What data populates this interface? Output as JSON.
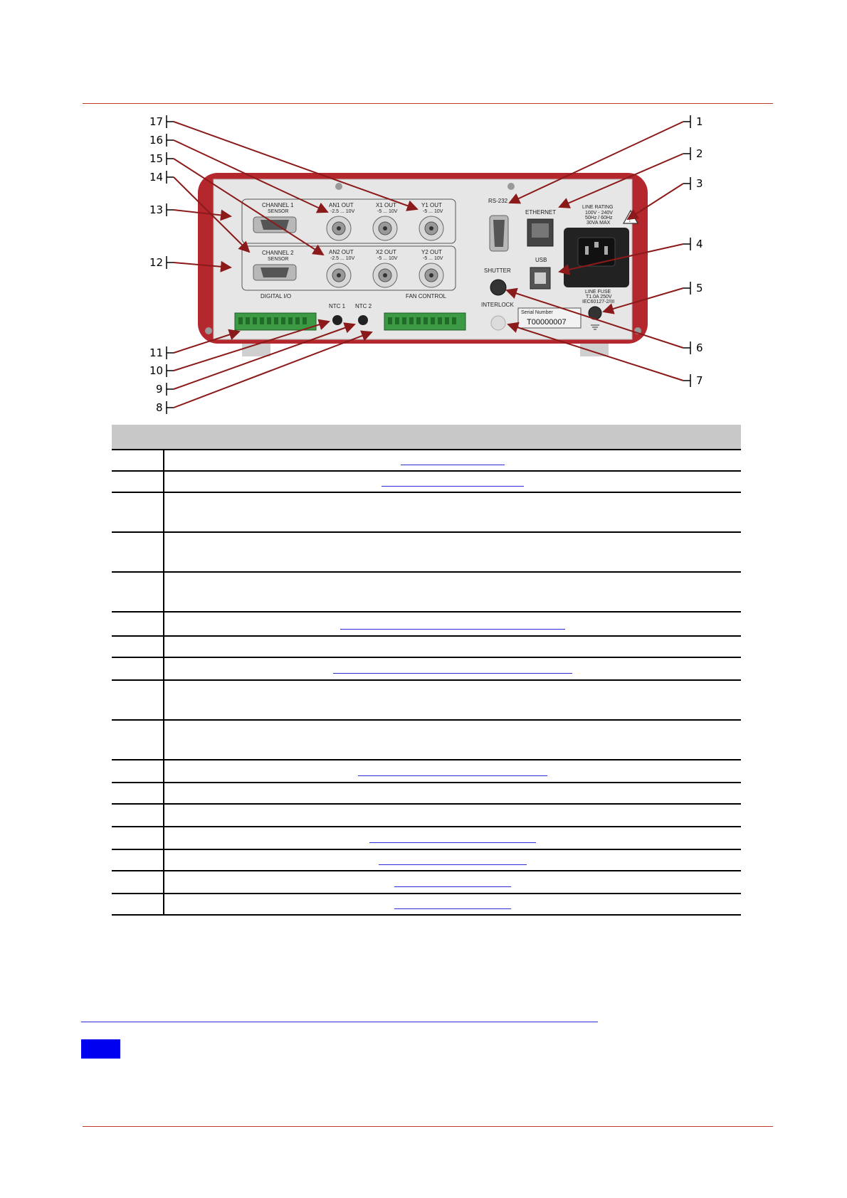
{
  "figure": {
    "callouts_left": [
      "17",
      "16",
      "15",
      "14",
      "13",
      "12",
      "11",
      "10",
      "9",
      "8"
    ],
    "callouts_right": [
      "1",
      "2",
      "3",
      "4",
      "5",
      "6",
      "7"
    ],
    "panel": {
      "channel1": "CHANNEL 1",
      "channel1_sub": "SENSOR",
      "channel2": "CHANNEL 2",
      "channel2_sub": "SENSOR",
      "an1_out": "AN1 OUT",
      "an1_range": "-2.5 ... 10V",
      "x1_out": "X1 OUT",
      "x1_range": "-5 ... 10V",
      "y1_out": "Y1 OUT",
      "y1_range": "-5 ... 10V",
      "an2_out": "AN2 OUT",
      "an2_range": "-2.5 ... 10V",
      "x2_out": "X2 OUT",
      "x2_range": "-5 ... 10V",
      "y2_out": "Y2 OUT",
      "y2_range": "-5 ... 10V",
      "rs232": "RS-232",
      "ethernet": "ETHERNET",
      "usb": "USB",
      "shutter": "SHUTTER",
      "interlock": "INTERLOCK",
      "line_rating": "LINE RATING",
      "line_rating_1": "100V - 240V",
      "line_rating_2": "50Hz / 60Hz",
      "line_rating_3": "30VA MAX",
      "line_fuse": "LINE FUSE",
      "line_fuse_1": "T1.0A 250V",
      "line_fuse_2": "IEC60127-2/III",
      "digital_io": "DIGITAL I/O",
      "ntc1": "NTC 1",
      "ntc2": "NTC 2",
      "fan_control": "FAN CONTROL",
      "serial_label": "Serial Number",
      "serial_value": "T00000007"
    }
  },
  "table": {
    "rows": [
      {
        "h": 30,
        "link_w": 146
      },
      {
        "h": 30,
        "link_w": 200
      },
      {
        "h": 56,
        "link_w": 0
      },
      {
        "h": 56,
        "link_w": 0
      },
      {
        "h": 56,
        "link_w": 0
      },
      {
        "h": 34,
        "link_w": 316
      },
      {
        "h": 30,
        "link_w": 0
      },
      {
        "h": 32,
        "link_w": 336
      },
      {
        "h": 56,
        "link_w": 0
      },
      {
        "h": 56,
        "link_w": 0
      },
      {
        "h": 32,
        "link_w": 266
      },
      {
        "h": 30,
        "link_w": 0
      },
      {
        "h": 32,
        "link_w": 0
      },
      {
        "h": 32,
        "link_w": 234
      },
      {
        "h": 30,
        "link_w": 208
      },
      {
        "h": 32,
        "link_w": 164
      },
      {
        "h": 30,
        "link_w": 164
      }
    ]
  },
  "colors": {
    "accent_red": "#b0262c",
    "link_blue": "#2a2ad6",
    "box_blue": "#0000f0"
  }
}
